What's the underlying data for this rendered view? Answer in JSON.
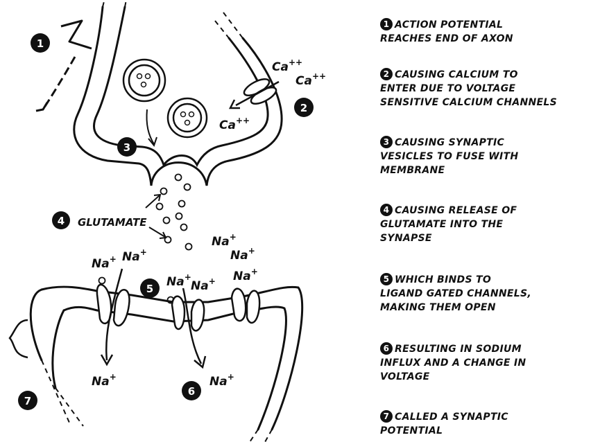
{
  "steps": [
    {
      "num": "1",
      "lines": [
        "Action potential",
        "reaches end of axon"
      ]
    },
    {
      "num": "2",
      "lines": [
        "Causing calcium to",
        "enter due to voltage",
        "sensitive calcium channels"
      ]
    },
    {
      "num": "3",
      "lines": [
        "Causing synaptic",
        "vesicles to fuse with",
        "membrane"
      ]
    },
    {
      "num": "4",
      "lines": [
        "Causing release of",
        "Glutamate into the",
        "synapse"
      ]
    },
    {
      "num": "5",
      "lines": [
        "Which binds to",
        "ligand gated channels,",
        "making them open"
      ]
    },
    {
      "num": "6",
      "lines": [
        "Resulting in sodium",
        "influx and a change in",
        "voltage"
      ]
    },
    {
      "num": "7",
      "lines": [
        "Called a synaptic",
        "potential"
      ]
    }
  ],
  "labels": {
    "ca": "Ca",
    "ca_charge": "++",
    "na": "Na",
    "na_charge": "+",
    "glutamate": "Glutamate"
  },
  "colors": {
    "ink": "#111111",
    "paper": "#ffffff"
  }
}
